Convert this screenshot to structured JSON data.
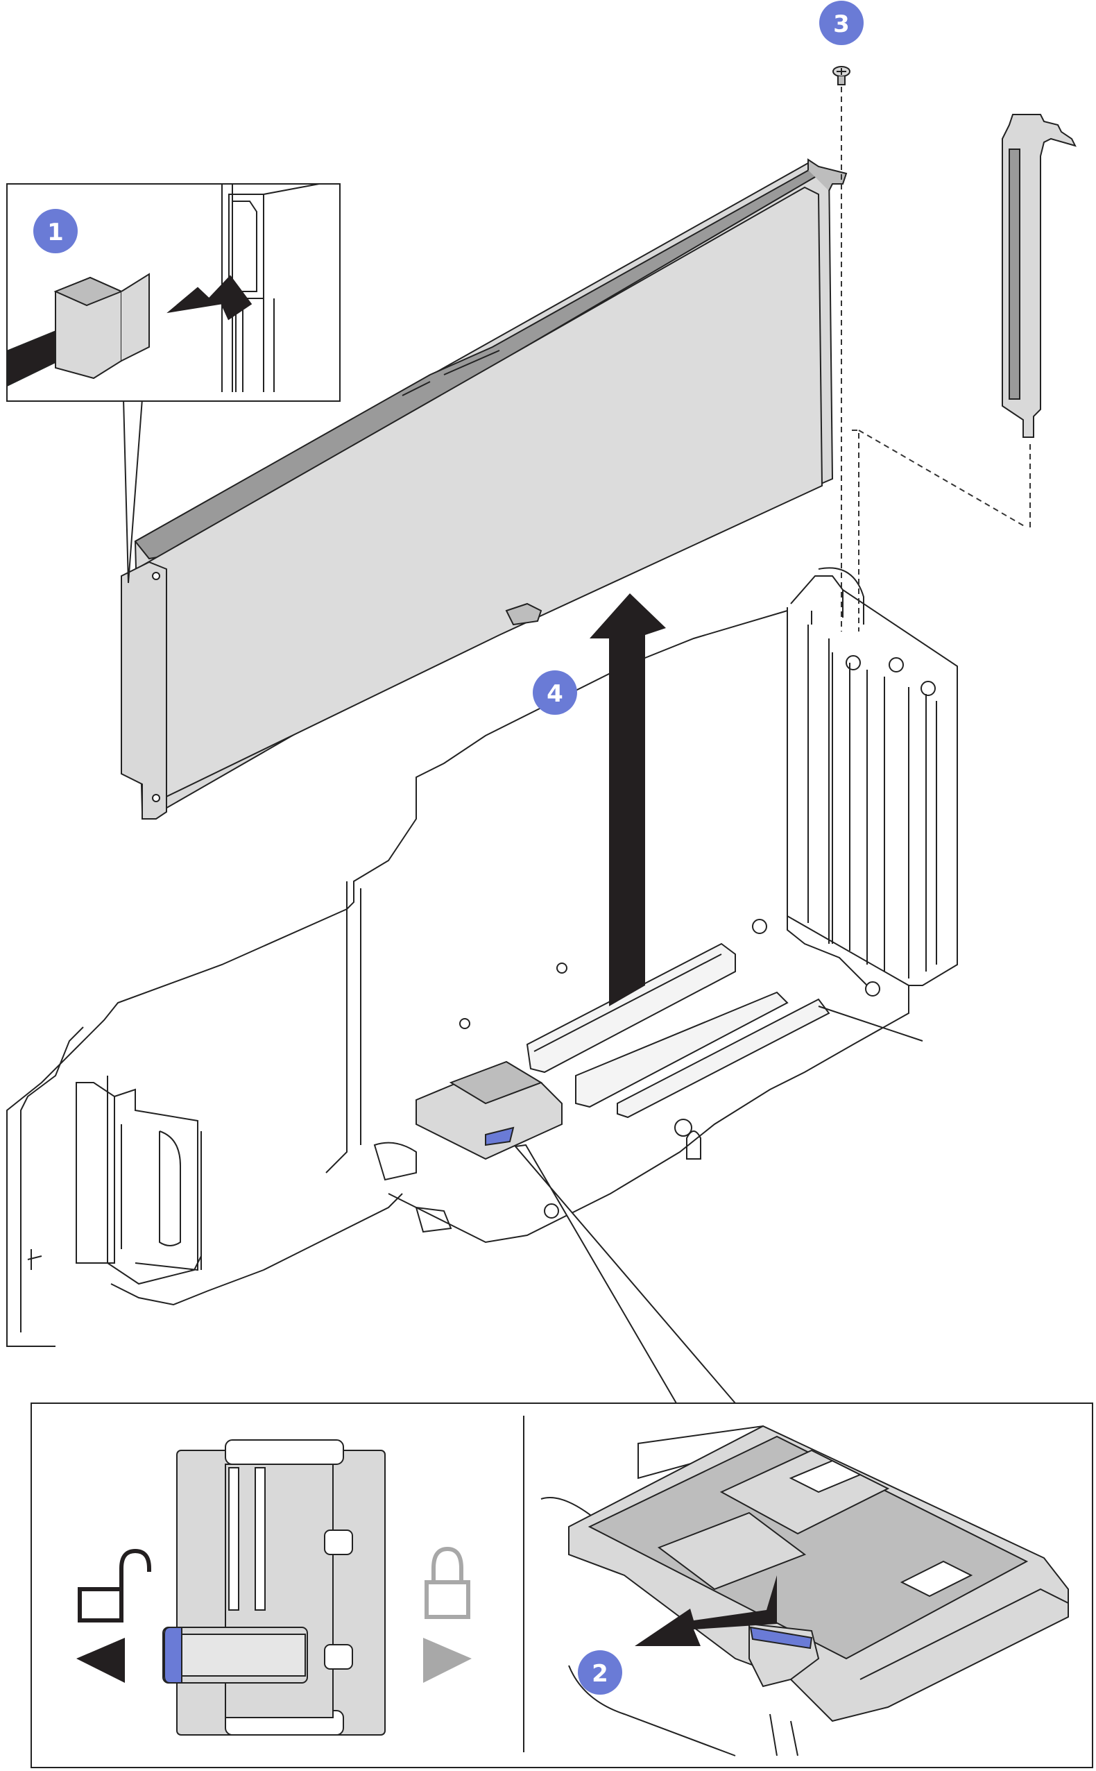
{
  "steps": [
    {
      "number": "1"
    },
    {
      "number": "2"
    },
    {
      "number": "3"
    },
    {
      "number": "4"
    }
  ],
  "icons": {
    "unlock": "unlock-icon",
    "lock": "lock-icon",
    "left_arrow": "triangle-left-icon",
    "right_arrow": "triangle-right-icon"
  },
  "colors": {
    "callout_fill": "#6a7bd6",
    "latch_blue": "#6a7bd6",
    "part_gray": "#d9d9d9",
    "lock_gray": "#a8a8a8",
    "line": "#111111"
  }
}
